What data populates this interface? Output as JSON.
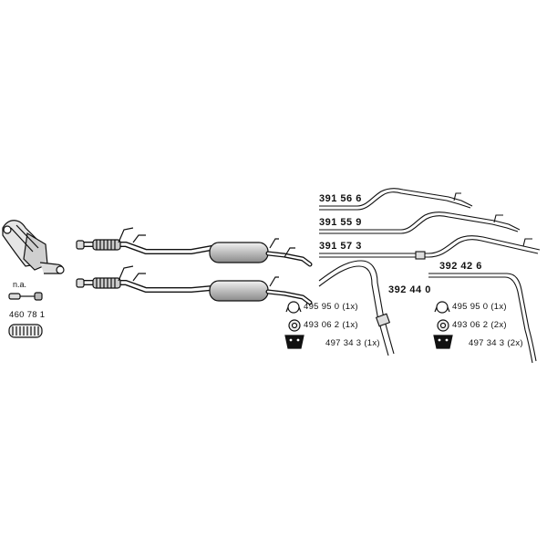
{
  "parts": {
    "catalyst_note": "n.a.",
    "sensor_part": "460 78 1",
    "tailpipe_a": "391 56 6",
    "tailpipe_b": "391 55 9",
    "tailpipe_c": "391 57 3",
    "tailpipe_d": "392 42 6",
    "pipe_e": "392 44 0"
  },
  "fittings_left": {
    "clamp": "495 95 0 (1x)",
    "gasket": "493 06 2 (1x)",
    "hanger": "497 34 3  (1x)"
  },
  "fittings_right": {
    "clamp": "495 95 0 (1x)",
    "gasket": "493 06 2 (2x)",
    "hanger": "497 34 3  (2x)"
  },
  "colors": {
    "line": "#111111",
    "fill_light": "#e8e8e8",
    "fill_mid": "#bdbdbd"
  }
}
